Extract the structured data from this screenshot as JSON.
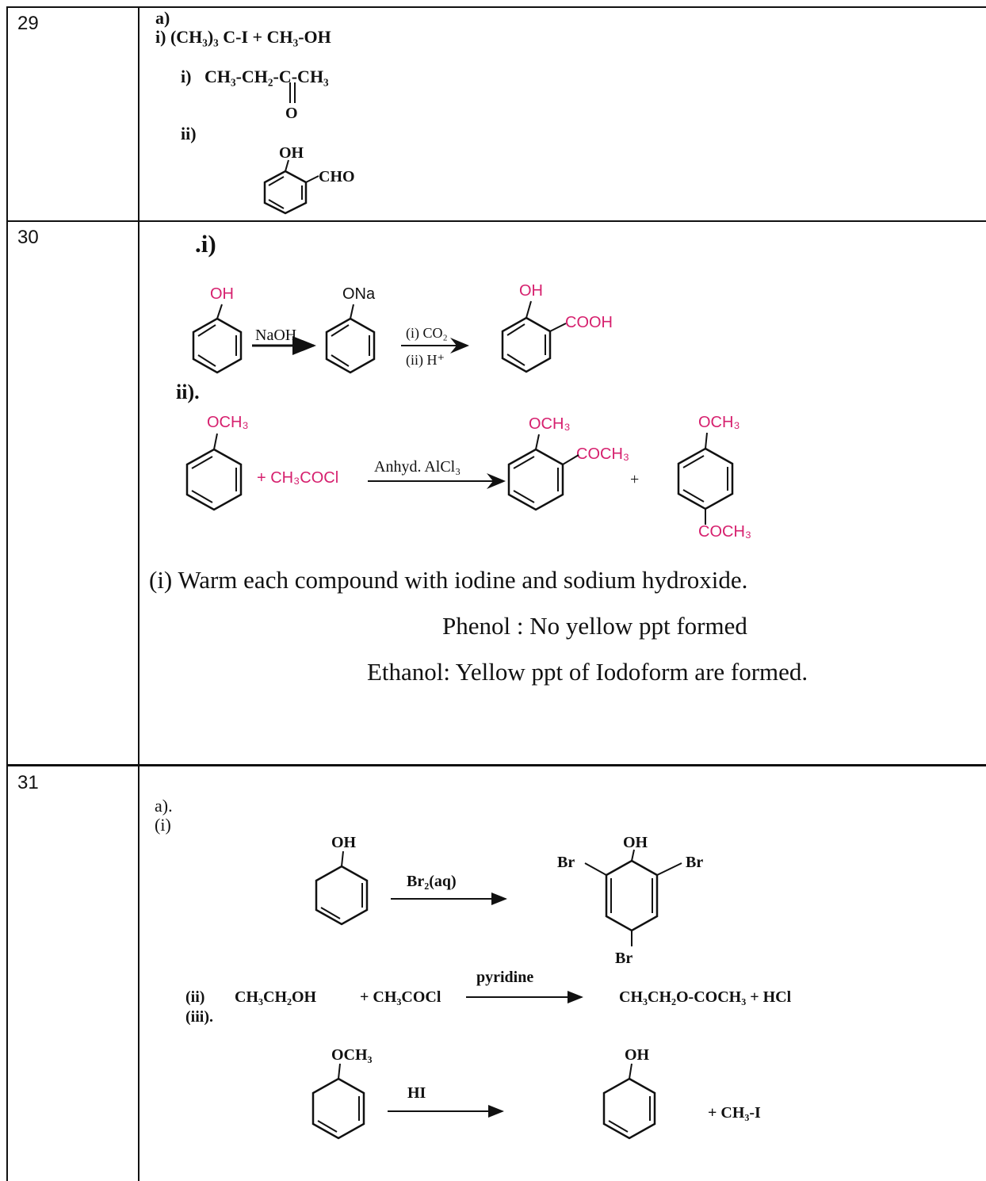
{
  "q29": {
    "number": "29",
    "part_a": "a)",
    "line_i": "i) (CH₃)₃ C-I   +  CH₃-OH",
    "item_i_label": "i)",
    "item_i_formula": "CH₃-CH₂-C-CH₃",
    "item_i_oxygen": "O",
    "item_ii_label": "ii)",
    "item_ii_oh": "OH",
    "item_ii_cho": "CHO"
  },
  "q30": {
    "number": "30",
    "part_i": ".i)",
    "oh1": "OH",
    "ona": "ONa",
    "naoh": "NaOH",
    "co2": "(i) CO₂",
    "hplus": "(ii) H⁺",
    "oh2": "OH",
    "cooh": "COOH",
    "part_ii": "ii).",
    "och3_a": "OCH₃",
    "plus_reagent": "+ CH₃COCl",
    "alcl3": "Anhyd. AlCl₃",
    "och3_b": "OCH₃",
    "coch3_b": "COCH₃",
    "plus": "+",
    "och3_c": "OCH₃",
    "coch3_c": "COCH₃",
    "test_line": "(i) Warm each compound with iodine and sodium hydroxide.",
    "phenol_line": "Phenol : No yellow ppt formed",
    "ethanol_line": "Ethanol: Yellow ppt of Iodoform are formed."
  },
  "q31": {
    "number": "31",
    "part_a": "a).",
    "part_i": "(i)",
    "oh1": "OH",
    "br2": "Br₂(aq)",
    "oh2": "OH",
    "br_left": "Br",
    "br_right": "Br",
    "br_bottom": "Br",
    "part_ii": "(ii)",
    "ethanol": "CH₃CH₂OH",
    "plus_acyl": "+ CH₃COCl",
    "pyridine": "pyridine",
    "product": "CH₃CH₂O-COCH₃ + HCl",
    "part_iii": "(iii).",
    "och3": "OCH₃",
    "hi": "HI",
    "oh3": "OH",
    "ch3i": "+  CH₃-I"
  },
  "colors": {
    "accent": "#d6206e",
    "ink": "#111111"
  }
}
